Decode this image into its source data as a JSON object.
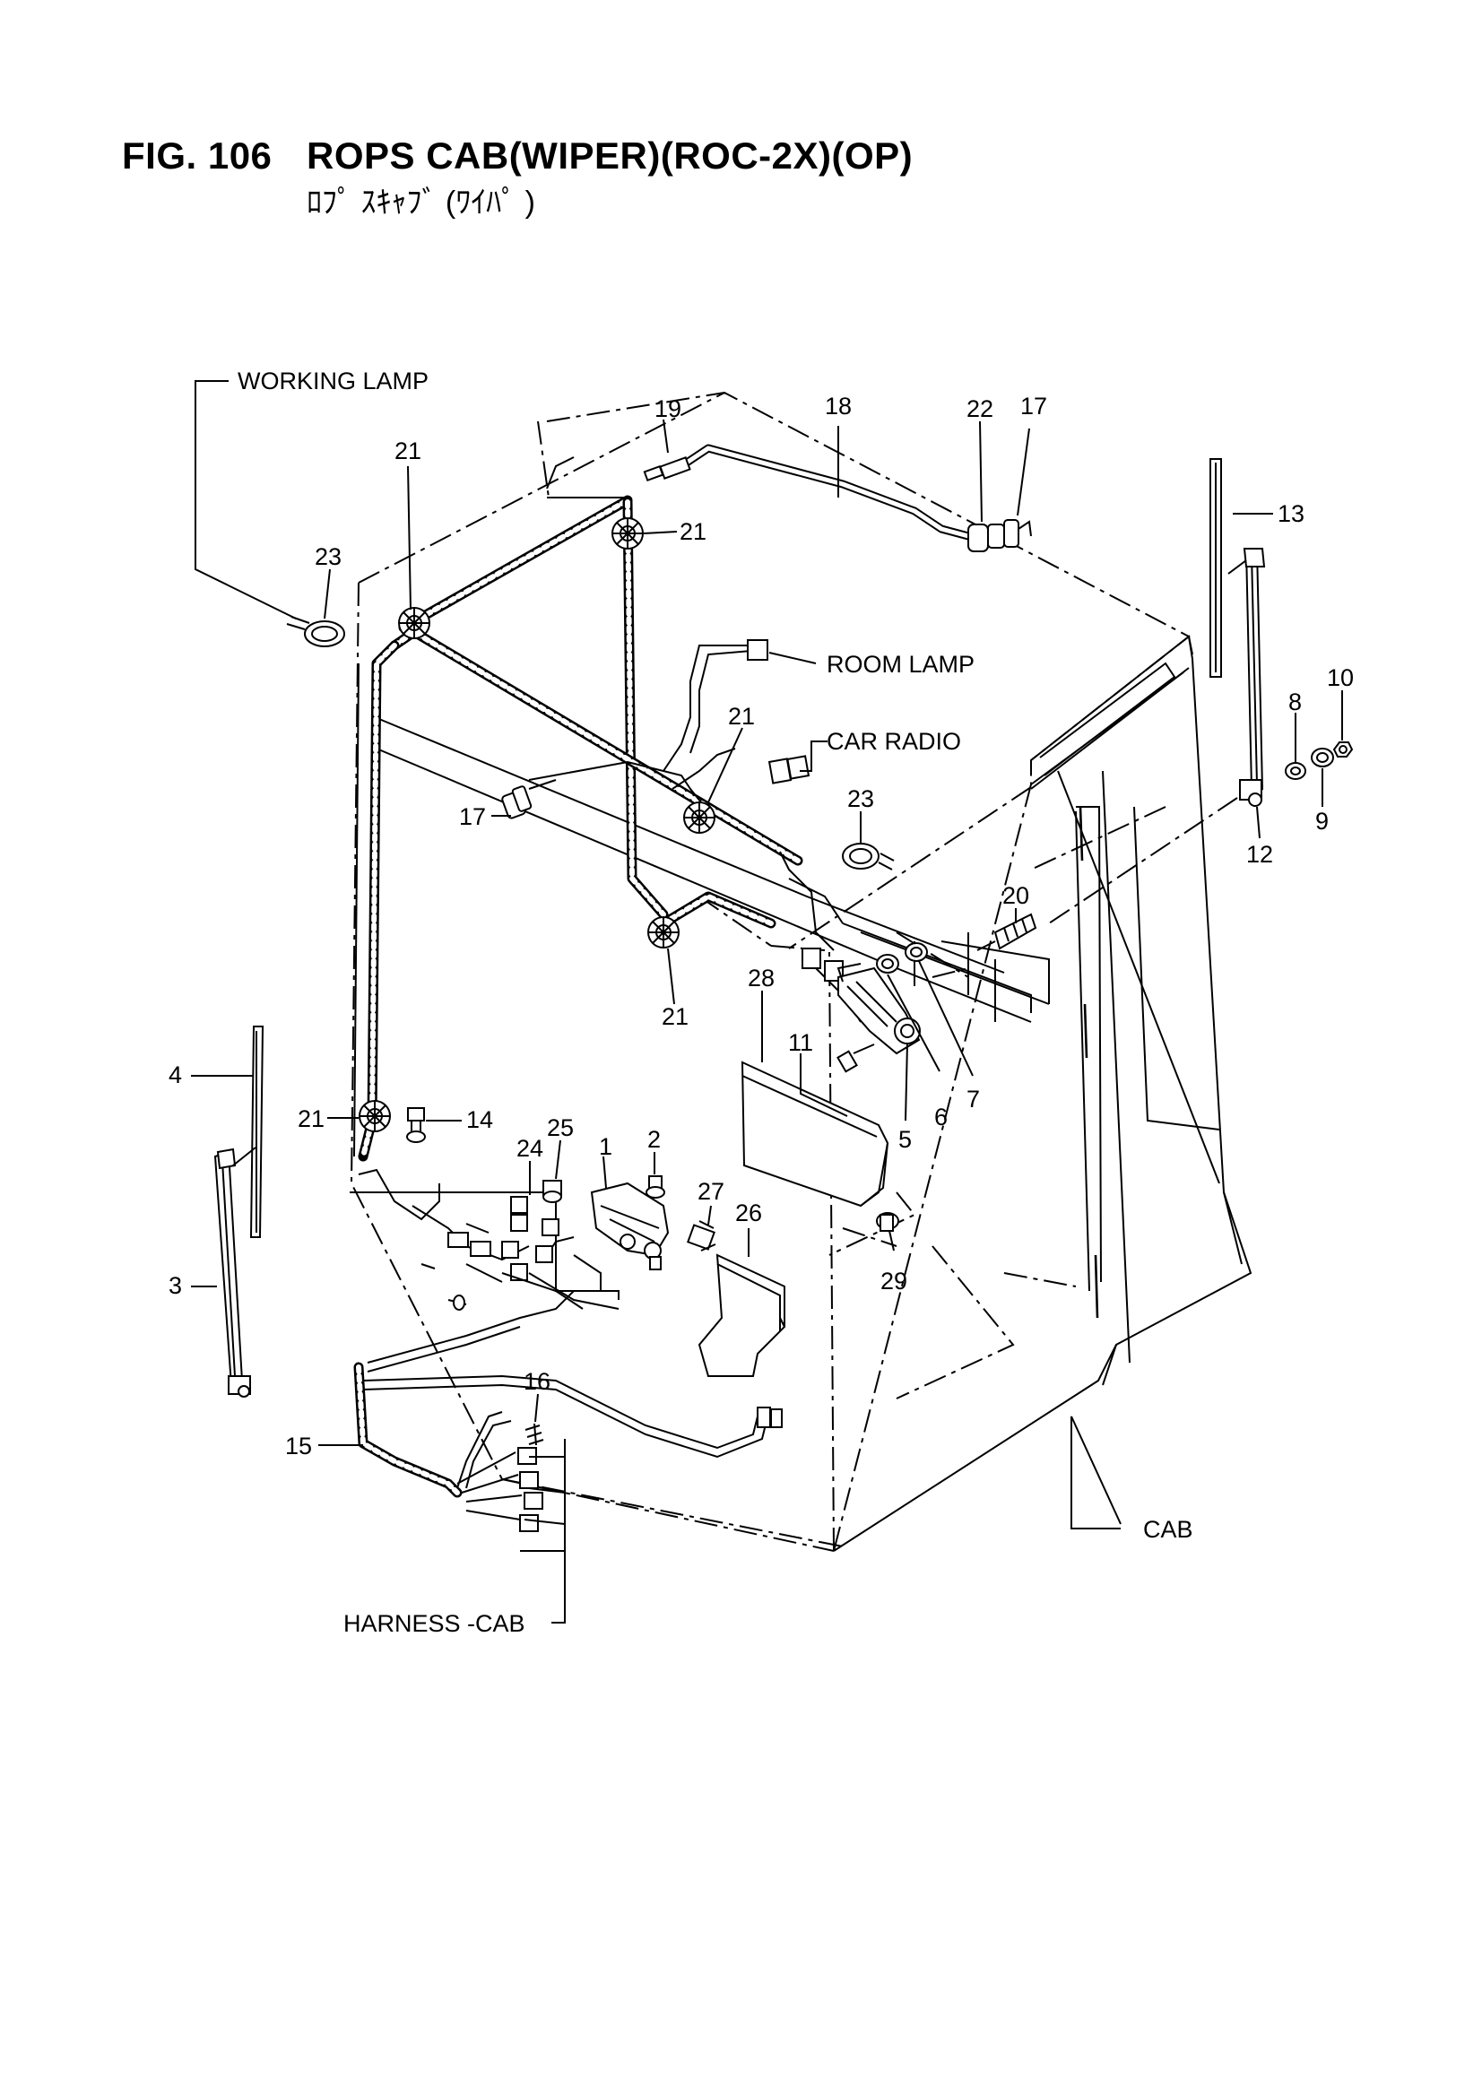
{
  "header": {
    "figure_number": "FIG. 106",
    "title": "ROPS CAB(WIPER)(ROC-2X)(OP)",
    "subtitle": "ﾛﾌﾟ ｽｷｬﾌﾞ (ﾜｲﾊﾟ )"
  },
  "labels": {
    "working_lamp": "WORKING  LAMP",
    "room_lamp": "ROOM LAMP",
    "car_radio": "CAR RADIO",
    "cab": "CAB",
    "harness_cab": "HARNESS -CAB"
  },
  "callouts": [
    "1",
    "2",
    "3",
    "4",
    "5",
    "6",
    "7",
    "8",
    "9",
    "10",
    "11",
    "12",
    "13",
    "14",
    "15",
    "16",
    "17",
    "17",
    "18",
    "19",
    "20",
    "21",
    "21",
    "21",
    "21",
    "21",
    "22",
    "23",
    "23",
    "24",
    "25",
    "26",
    "27",
    "28",
    "29"
  ]
}
